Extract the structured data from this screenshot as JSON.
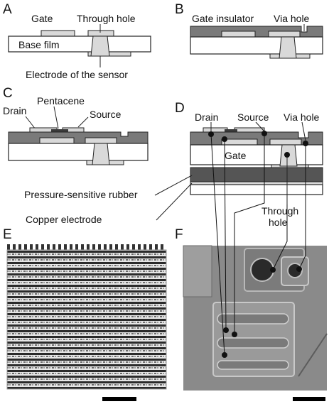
{
  "panels": {
    "a": "A",
    "b": "B",
    "c": "C",
    "d": "D",
    "e": "E",
    "f": "F"
  },
  "labels": {
    "gate": "Gate",
    "through_hole": "Through hole",
    "base_film": "Base film",
    "electrode_sensor": "Electrode of the sensor",
    "gate_insulator": "Gate insulator",
    "via_hole": "Via hole",
    "drain": "Drain",
    "pentacene": "Pentacene",
    "source": "Source",
    "gate_d": "Gate",
    "through_hole_l1": "Through",
    "through_hole_l2": "hole",
    "pressure_rubber": "Pressure-sensitive rubber",
    "copper_electrode": "Copper electrode"
  },
  "colors": {
    "base_film": "#ffffff",
    "gate_metal": "#d9d9d9",
    "insulator": "#7a7a7a",
    "rubber": "#555555",
    "pentacene": "#3a3a3a",
    "outline": "#222222"
  }
}
